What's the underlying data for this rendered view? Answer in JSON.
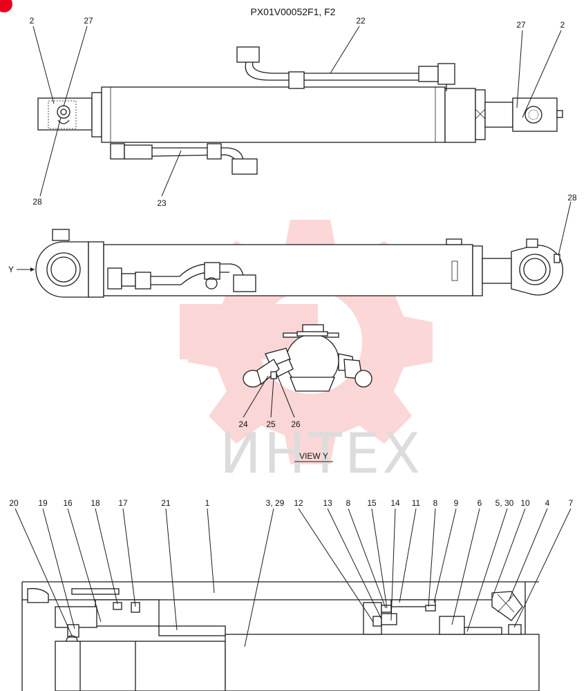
{
  "title": "PX01V00052F1, F2",
  "view_label": "VIEW  Y",
  "y_arrow_label": "Y",
  "watermark_text": "ИНТЕХ",
  "colors": {
    "watermark_gear": "#f04a4a",
    "line": "#1a1a1a",
    "corner_badge": "#e8001c"
  },
  "top_view_labels": [
    "2",
    "27",
    "22",
    "27",
    "2",
    "28",
    "23"
  ],
  "side_view_labels": [
    "28",
    "24",
    "25",
    "26"
  ],
  "section_labels": [
    "20",
    "19",
    "16",
    "18",
    "17",
    "21",
    "1",
    "3, 29",
    "12",
    "13",
    "8",
    "15",
    "14",
    "11",
    "8",
    "9",
    "6",
    "5, 30",
    "10",
    "4",
    "7"
  ]
}
